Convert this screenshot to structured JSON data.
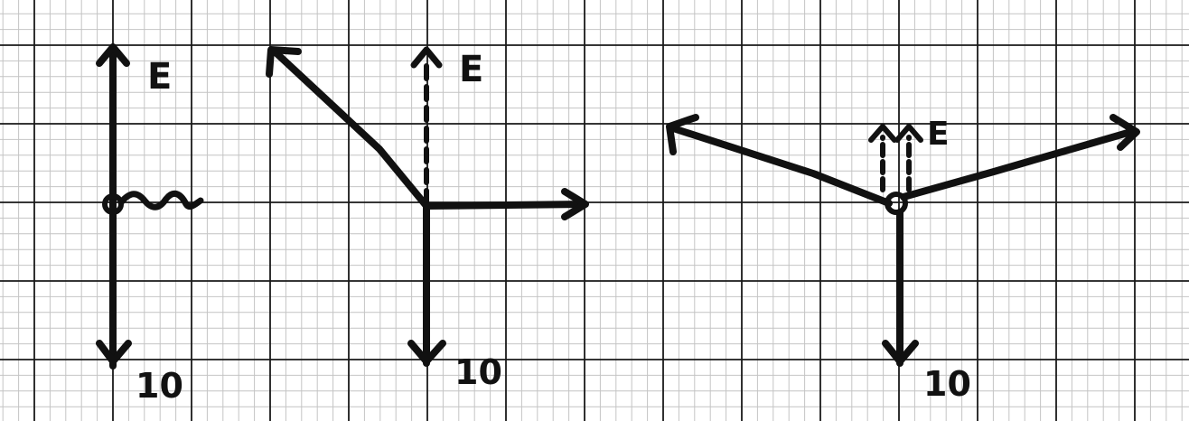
{
  "diagrams": [
    {
      "top_label": "E",
      "bottom_label": "10"
    },
    {
      "top_label": "E",
      "bottom_label": "10"
    },
    {
      "top_label": "E",
      "bottom_label": "10"
    }
  ]
}
